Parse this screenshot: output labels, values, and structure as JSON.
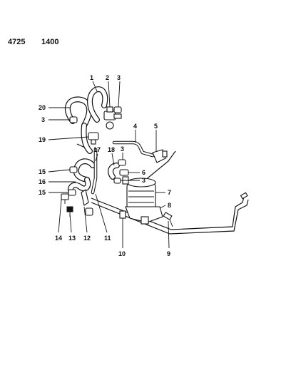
{
  "header": {
    "left_code": "4725",
    "right_code": "1400"
  },
  "callouts": {
    "n1": "1",
    "n2": "2",
    "n3a": "3",
    "n20": "20",
    "n3b": "3",
    "n4": "4",
    "n5": "5",
    "n19": "19",
    "n17": "17",
    "n18": "18",
    "n3c": "3",
    "n15a": "15",
    "n6": "6",
    "n3d": "3",
    "n16": "16",
    "n7": "7",
    "n15b": "15",
    "n8": "8",
    "n14": "14",
    "n13": "13",
    "n12": "12",
    "n11": "11",
    "n10": "10",
    "n9": "9"
  }
}
